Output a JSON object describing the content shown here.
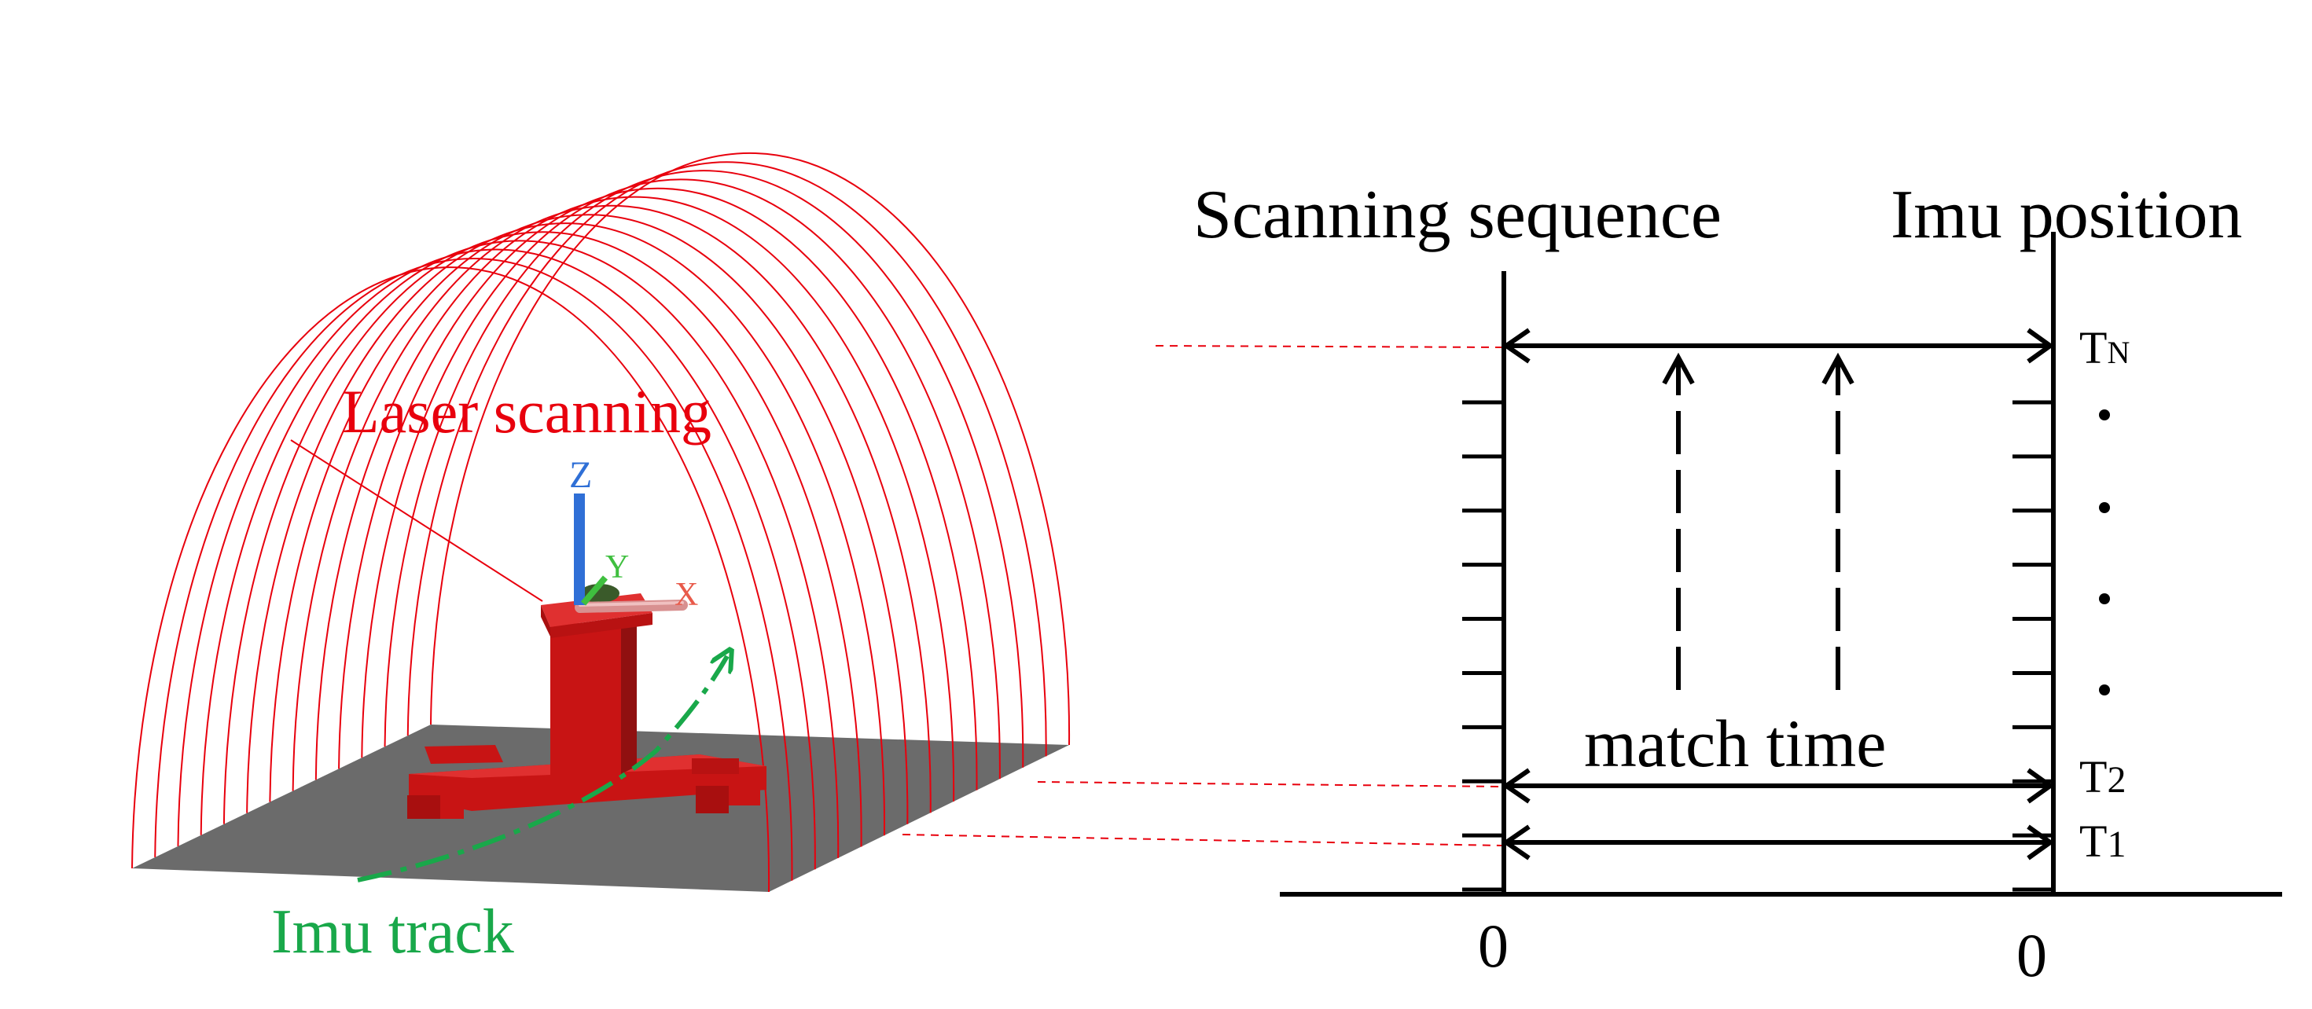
{
  "left_figure": {
    "laser_label": "Laser scanning",
    "imu_track_label": "Imu track",
    "axis_x": "X",
    "axis_y": "Y",
    "axis_z": "Z",
    "ring_count": 14
  },
  "right_diagram": {
    "scanning_sequence_label": "Scanning sequence",
    "imu_position_label": "Imu position",
    "match_time_label": "match time",
    "origin_left": "0",
    "origin_right": "0",
    "t_n_base": "T",
    "t_n_sub": "N",
    "t_2_base": "T",
    "t_2_sub": "2",
    "t_1_base": "T",
    "t_1_sub": "1",
    "left_tick_count": 10,
    "right_tick_count": 10
  },
  "colors": {
    "laser": "#e8000d",
    "imu_track": "#19a84a",
    "axis_z": "#2f6fd6",
    "axis_y": "#3fbf3f",
    "axis_x": "#e85a4a",
    "floor": "#6b6b6b",
    "robot": "#c81414",
    "ink": "#000000"
  }
}
